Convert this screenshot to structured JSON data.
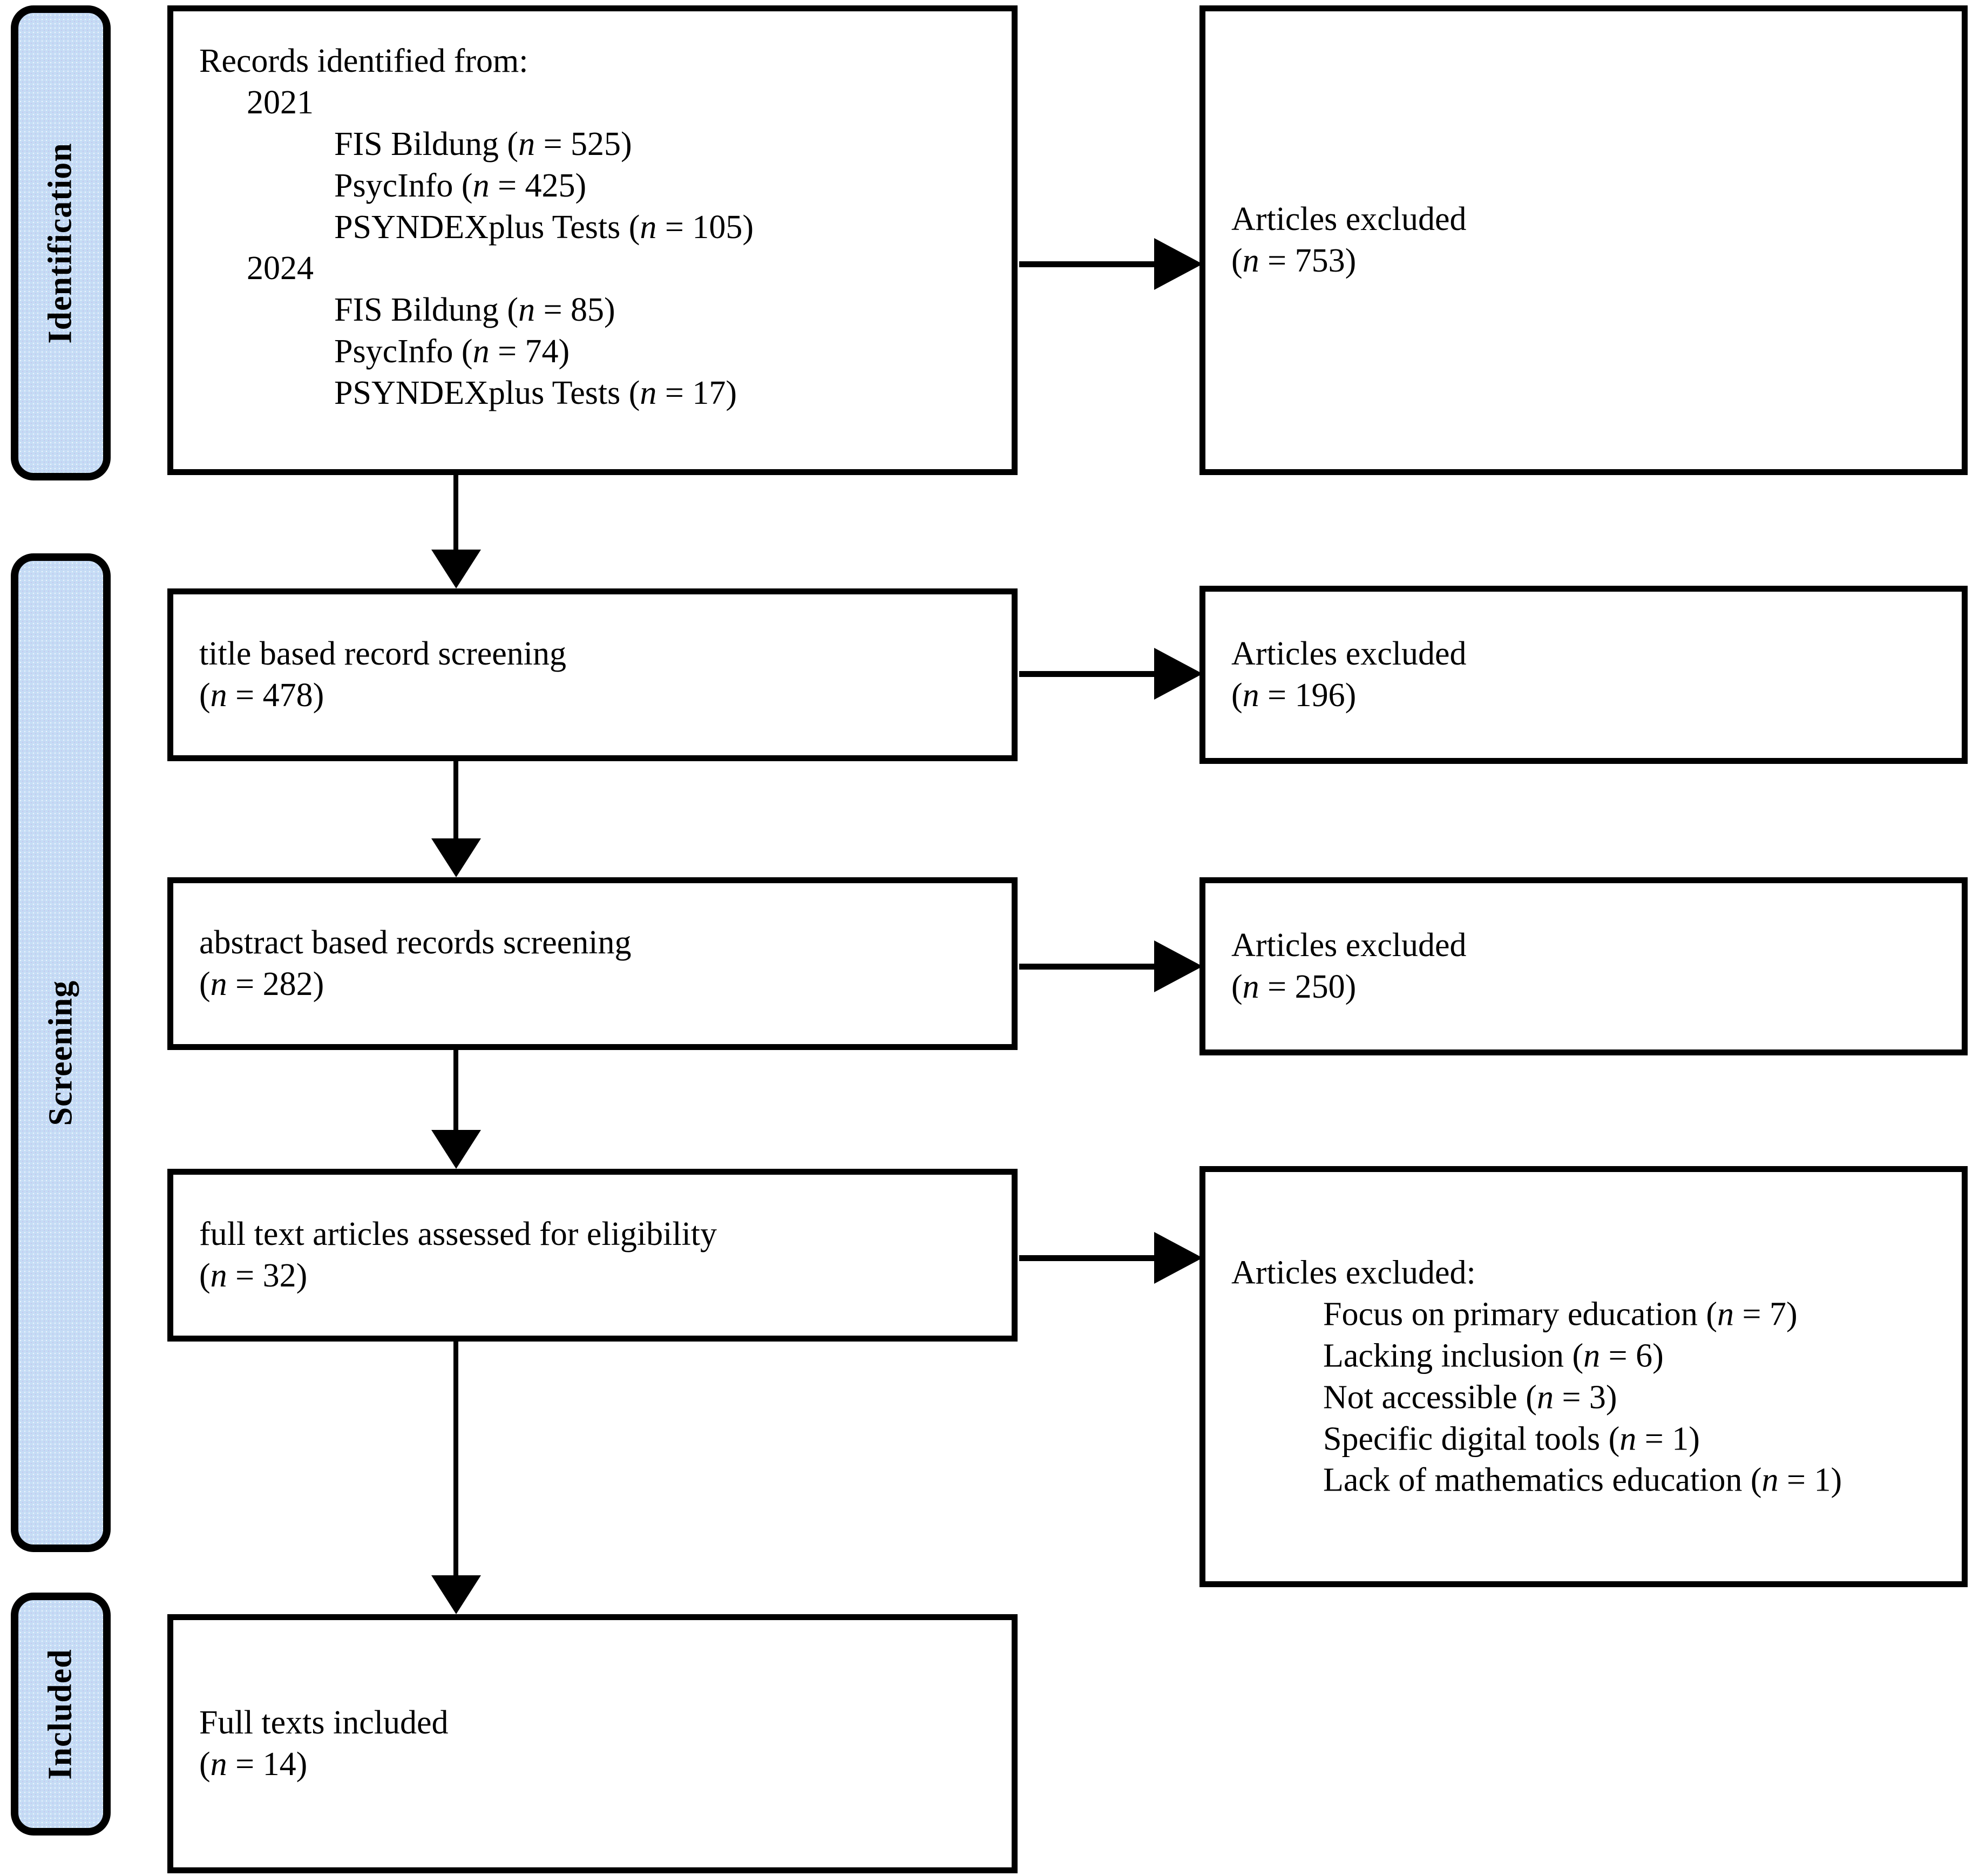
{
  "diagram": {
    "type": "prisma-flow-diagram",
    "stages": [
      {
        "id": "identification",
        "label": "Identification"
      },
      {
        "id": "screening",
        "label": "Screening"
      },
      {
        "id": "included",
        "label": "Included"
      }
    ],
    "left_boxes": [
      {
        "id": "records-identified",
        "lines": [
          {
            "text": "Records identified from:",
            "indent": 0
          },
          {
            "text": "2021",
            "indent": 1
          },
          {
            "text": "FIS Bildung (n = 525)",
            "indent": 2
          },
          {
            "text": "PsycInfo (n = 425)",
            "indent": 2
          },
          {
            "text": "PSYNDEXplus Tests (n = 105)",
            "indent": 2
          },
          {
            "text": "2024",
            "indent": 1
          },
          {
            "text": "FIS Bildung (n = 85)",
            "indent": 2
          },
          {
            "text": "PsycInfo (n = 74)",
            "indent": 2
          },
          {
            "text": "PSYNDEXplus Tests (n = 17)",
            "indent": 2
          }
        ]
      },
      {
        "id": "title-screening",
        "lines": [
          {
            "text": "title based record screening",
            "indent": 0
          },
          {
            "text": "(n = 478)",
            "indent": 0
          }
        ]
      },
      {
        "id": "abstract-screening",
        "lines": [
          {
            "text": "abstract based records screening",
            "indent": 0
          },
          {
            "text": "(n = 282)",
            "indent": 0
          }
        ]
      },
      {
        "id": "fulltext-eligibility",
        "lines": [
          {
            "text": "full text articles assessed for eligibility",
            "indent": 0
          },
          {
            "text": "(n = 32)",
            "indent": 0
          }
        ]
      },
      {
        "id": "fulltexts-included",
        "lines": [
          {
            "text": "Full texts included",
            "indent": 0
          },
          {
            "text": "(n = 14)",
            "indent": 0
          }
        ]
      }
    ],
    "right_boxes": [
      {
        "id": "excluded-identification",
        "lines": [
          {
            "text": "Articles excluded",
            "indent": 0
          },
          {
            "text": "(n = 753)",
            "indent": 0
          }
        ]
      },
      {
        "id": "excluded-title",
        "lines": [
          {
            "text": "Articles excluded",
            "indent": 0
          },
          {
            "text": "(n = 196)",
            "indent": 0
          }
        ]
      },
      {
        "id": "excluded-abstract",
        "lines": [
          {
            "text": "Articles excluded",
            "indent": 0
          },
          {
            "text": "(n = 250)",
            "indent": 0
          }
        ]
      },
      {
        "id": "excluded-fulltext",
        "lines": [
          {
            "text": "Articles excluded:",
            "indent": 0
          },
          {
            "text": "Focus on primary education (n = 7)",
            "indent": 1
          },
          {
            "text": "Lacking inclusion (n = 6)",
            "indent": 1
          },
          {
            "text": "Not accessible (n = 3)",
            "indent": 1
          },
          {
            "text": "Specific digital tools (n = 1)",
            "indent": 1
          },
          {
            "text": "Lack of mathematics education (n = 1)",
            "indent": 1
          }
        ]
      }
    ],
    "colors": {
      "stage_fill": "#c5dcf5",
      "border": "#000000",
      "background": "#ffffff",
      "text": "#000000"
    },
    "counts": {
      "fis_bildung_2021": 525,
      "psycinfo_2021": 425,
      "psyndexplus_2021": 105,
      "fis_bildung_2024": 85,
      "psycinfo_2024": 74,
      "psyndexplus_2024": 17,
      "excluded_identification": 753,
      "title_screening": 478,
      "excluded_title": 196,
      "abstract_screening": 282,
      "excluded_abstract": 250,
      "fulltext_eligibility": 32,
      "excluded_focus_primary_education": 7,
      "excluded_lacking_inclusion": 6,
      "excluded_not_accessible": 3,
      "excluded_specific_digital_tools": 1,
      "excluded_lack_math_education": 1,
      "fulltexts_included": 14
    }
  }
}
